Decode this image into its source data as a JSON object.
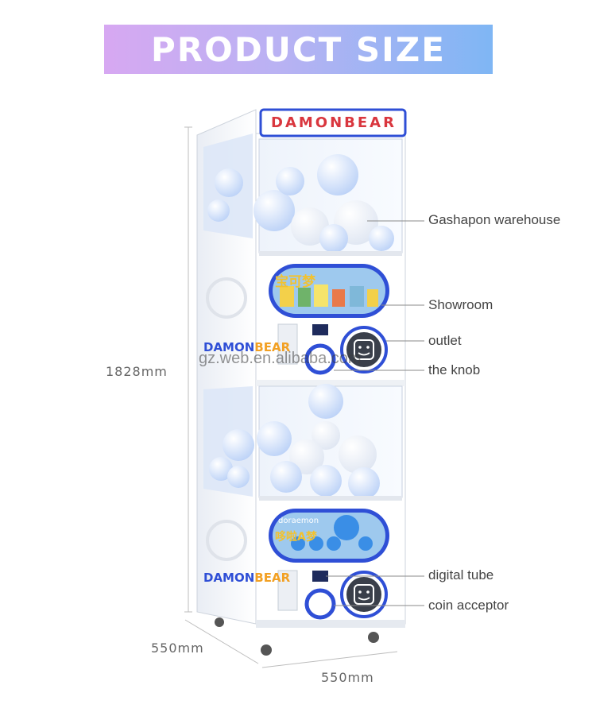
{
  "banner": {
    "title": "PRODUCT SIZE"
  },
  "brand": {
    "marquee": "DAMONBEAR",
    "logo_word_1": "DAMON",
    "logo_word_2": "BEAR",
    "showroom_top_text": "宝可梦",
    "showroom_bottom_text": "哆啦A梦",
    "showroom_bottom_small": "doraemon"
  },
  "dimensions": {
    "height": "1828mm",
    "depth": "550mm",
    "width": "550mm"
  },
  "callouts": {
    "warehouse": "Gashapon warehouse",
    "showroom": "Showroom",
    "outlet": "outlet",
    "knob": "the knob",
    "digital_tube": "digital tube",
    "coin_acceptor": "coin acceptor"
  },
  "watermark": "gz.web.en.alibaba.com",
  "colors": {
    "banner_start": "#d7a8f2",
    "banner_end": "#7fb6f4",
    "accent_blue": "#2f4fd6",
    "cabinet": "#ffffff",
    "capsule": "#cfe0ff"
  }
}
